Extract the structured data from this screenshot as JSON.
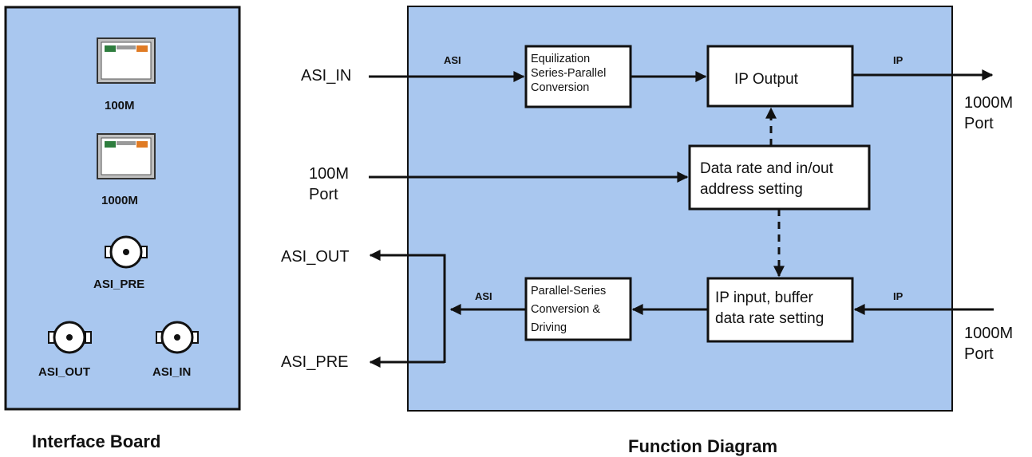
{
  "interface_board": {
    "caption": "Interface Board",
    "labels": {
      "port_100m": "100M",
      "port_1000m": "1000M",
      "asi_pre": "ASI_PRE",
      "asi_out": "ASI_OUT",
      "asi_in": "ASI_IN"
    }
  },
  "function_diagram": {
    "caption": "Function Diagram",
    "external_labels": {
      "asi_in": "ASI_IN",
      "port_100m_line1": "100M",
      "port_100m_line2": "Port",
      "asi_out": "ASI_OUT",
      "asi_pre": "ASI_PRE",
      "out_1000m_line1": "1000M",
      "out_1000m_line2": "Port",
      "in_1000m_line1": "1000M",
      "in_1000m_line2": "Port"
    },
    "signal_labels": {
      "asi_top": "ASI",
      "ip_top": "IP",
      "asi_bottom": "ASI",
      "ip_bottom": "IP"
    },
    "blocks": {
      "equalization": [
        "Equilization",
        "Series-Parallel",
        "Conversion"
      ],
      "ip_output": [
        "IP Output"
      ],
      "data_rate": [
        "Data rate and in/out",
        "address setting"
      ],
      "parallel_series": [
        "Parallel-Series",
        "Conversion &",
        "Driving"
      ],
      "ip_input": [
        "IP input, buffer",
        "data rate setting"
      ]
    }
  },
  "colors": {
    "panel_fill": "#a9c7ef",
    "stroke": "#111111",
    "block_fill": "#ffffff",
    "rj45_green": "#2e7d3e",
    "rj45_orange": "#e07b24"
  }
}
